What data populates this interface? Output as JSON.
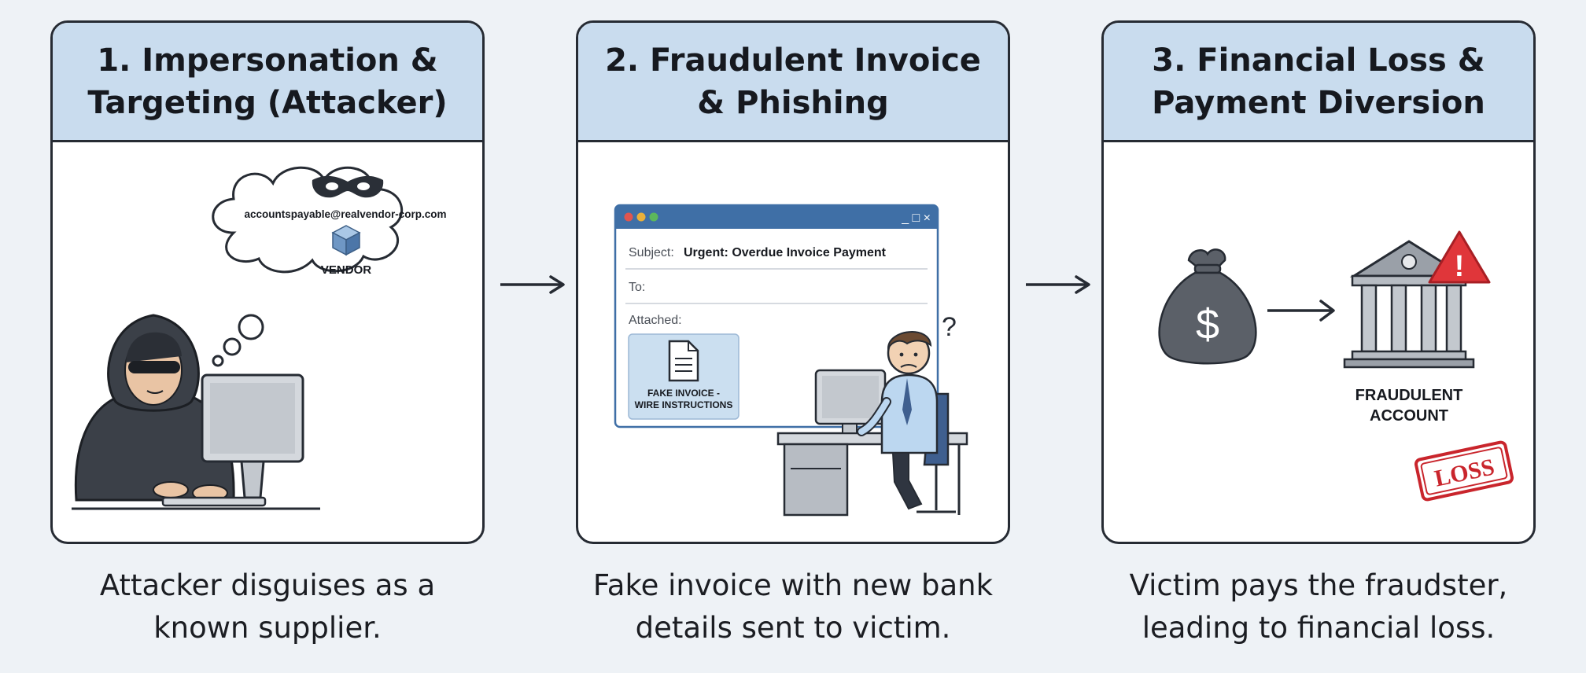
{
  "steps": [
    {
      "title": "1. Impersonation &\nTargeting (Attacker)",
      "caption": "Attacker disguises as a\nknown supplier.",
      "email_address": "accountspayable@realvendor-corp.com",
      "vendor_label": "VENDOR",
      "icons": [
        "hooded-attacker-icon",
        "mask-icon",
        "vendor-cube-icon",
        "thought-cloud-icon",
        "computer-monitor-icon"
      ]
    },
    {
      "title": "2. Fraudulent Invoice\n& Phishing",
      "caption": "Fake invoice with new bank\ndetails sent to victim.",
      "email": {
        "subject_label": "Subject:",
        "subject_value": "Urgent: Overdue Invoice Payment",
        "to_label": "To:",
        "attached_label": "Attached:",
        "attachment_line1": "FAKE INVOICE -",
        "attachment_line2": "WIRE INSTRUCTIONS",
        "window_controls": "_ □ ×"
      },
      "question_mark": "?",
      "icons": [
        "email-window-icon",
        "document-icon",
        "confused-office-worker-icon",
        "desk-icon"
      ]
    },
    {
      "title": "3. Financial Loss &\nPayment Diversion",
      "caption": "Victim pays the fraudster,\nleading to financial loss.",
      "money_symbol": "$",
      "account_line1": "FRAUDULENT",
      "account_line2": "ACCOUNT",
      "stamp": "LOSS",
      "warning_symbol": "!",
      "icons": [
        "money-bag-icon",
        "bank-icon",
        "warning-icon",
        "loss-stamp-icon"
      ]
    }
  ],
  "colors": {
    "background": "#eef2f6",
    "header": "#c9dcee",
    "outline": "#262b33",
    "window_bar": "#3f6fa6",
    "warning": "#e0363a",
    "stamp": "#c9252c"
  }
}
